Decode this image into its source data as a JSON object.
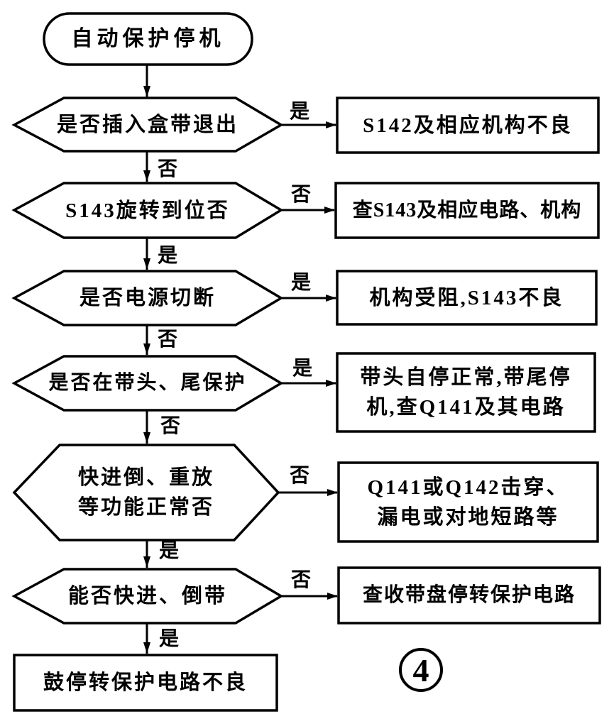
{
  "page_marker": "4",
  "colors": {
    "ink": "#000000",
    "paper": "#ffffff"
  },
  "flow": {
    "start": {
      "lines": [
        "自动保护停机"
      ]
    },
    "decisions": [
      {
        "lines": [
          "是否插入盒带退出"
        ],
        "right_label": "是",
        "down_label": "否"
      },
      {
        "lines": [
          "S143旋转到位否"
        ],
        "right_label": "否",
        "down_label": "是"
      },
      {
        "lines": [
          "是否电源切断"
        ],
        "right_label": "是",
        "down_label": "否"
      },
      {
        "lines": [
          "是否在带头、尾保护"
        ],
        "right_label": "是",
        "down_label": "否"
      },
      {
        "lines": [
          "快进倒、重放",
          "等功能正常否"
        ],
        "right_label": "否",
        "down_label": "是"
      },
      {
        "lines": [
          "能否快进、倒带"
        ],
        "right_label": "否",
        "down_label": "是"
      }
    ],
    "results": [
      {
        "lines": [
          "S142及相应机构不良"
        ]
      },
      {
        "lines": [
          "查S143及相应电路、机构"
        ]
      },
      {
        "lines": [
          "机构受阻,S143不良"
        ]
      },
      {
        "lines": [
          "带头自停正常,带尾停",
          "机,查Q141及其电路"
        ]
      },
      {
        "lines": [
          "Q141或Q142击穿、",
          "漏电或对地短路等"
        ]
      },
      {
        "lines": [
          "查收带盘停转保护电路"
        ]
      }
    ],
    "end": {
      "lines": [
        "鼓停转保护电路不良"
      ]
    }
  }
}
